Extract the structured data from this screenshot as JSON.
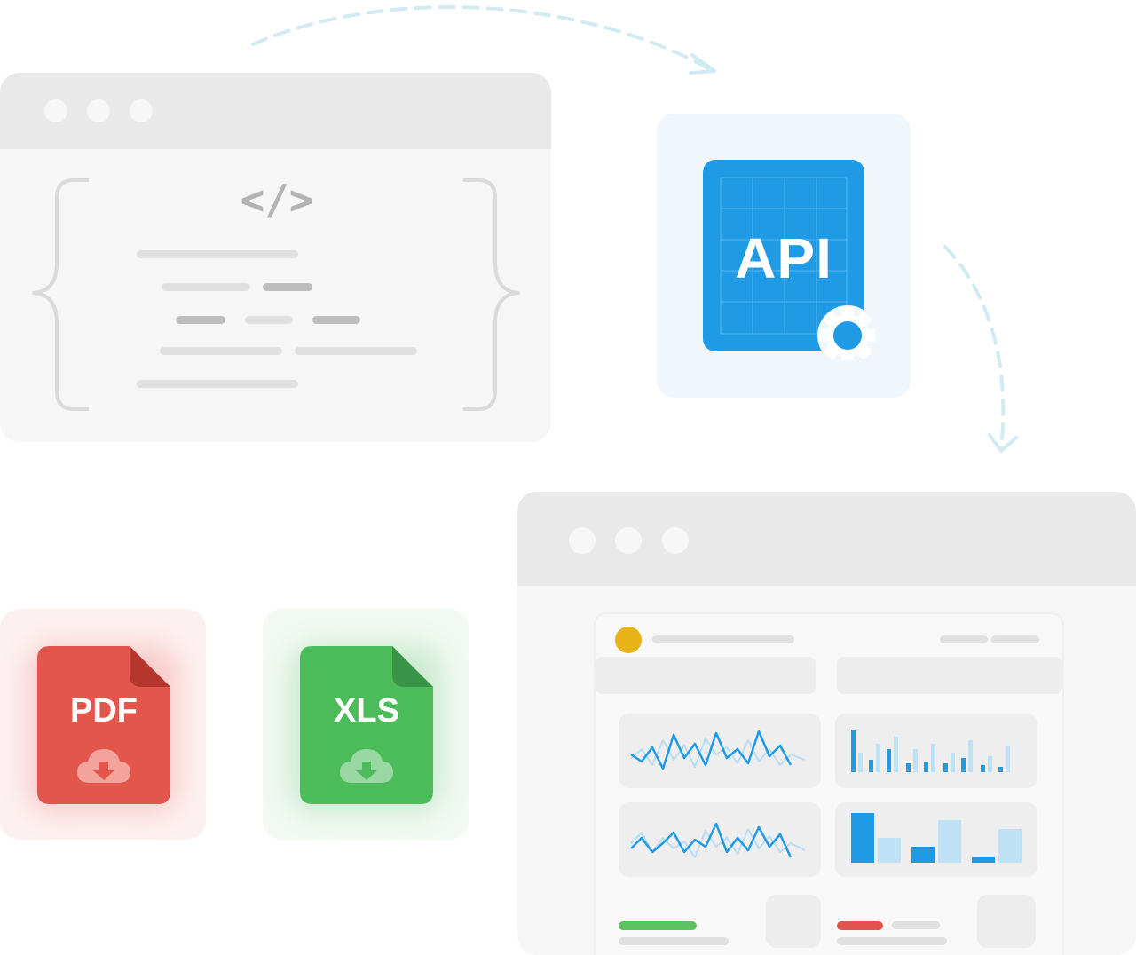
{
  "code_window": {
    "code_symbol": "</>"
  },
  "api_card": {
    "label": "API"
  },
  "files": [
    {
      "label": "PDF",
      "color": "#e2564b"
    },
    {
      "label": "XLS",
      "color": "#4cbb5a"
    }
  ],
  "dashboard": {
    "status_dot_color": "#e8b219",
    "progress": [
      {
        "color": "#5ac35f"
      },
      {
        "color": "#e0544a"
      }
    ]
  },
  "colors": {
    "accent_blue": "#1f9be6",
    "light_blue": "#bfe1f6",
    "window_bg": "#f6f6f6",
    "titlebar_bg": "#e9e9e9"
  },
  "icons": [
    "code-icon",
    "gear-icon",
    "cloud-download-icon",
    "arrow-icon"
  ]
}
